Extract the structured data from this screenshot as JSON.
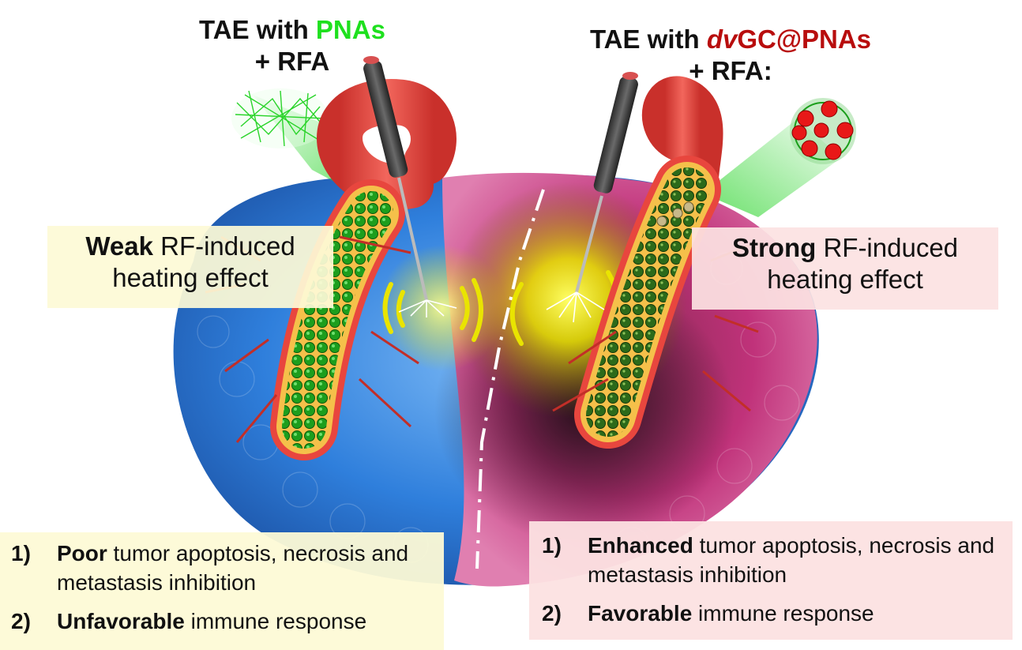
{
  "left": {
    "title_prefix": "TAE with ",
    "title_accent": "PNAs",
    "title_suffix": "+ RFA",
    "effect_bold": "Weak",
    "effect_rest": " RF-induced",
    "effect_line2": "heating effect",
    "outcomes": [
      {
        "num": "1)",
        "bold": "Poor",
        "rest": " tumor apoptosis, necrosis and metastasis inhibition"
      },
      {
        "num": "2)",
        "bold": "Unfavorable",
        "rest": " immune response"
      }
    ]
  },
  "right": {
    "title_prefix": "TAE with ",
    "title_accent_italic": "dv",
    "title_accent": "GC@PNAs",
    "title_suffix": "+ RFA:",
    "effect_bold": "Strong",
    "effect_rest": " RF-induced",
    "effect_line2": "heating effect",
    "outcomes": [
      {
        "num": "1)",
        "bold": "Enhanced",
        "rest": " tumor apoptosis, necrosis and metastasis inhibition"
      },
      {
        "num": "2)",
        "bold": "Favorable",
        "rest": " immune response"
      }
    ]
  },
  "colors": {
    "pnas_green": "#1ee01e",
    "dvgc_red": "#b80d0d",
    "tumor_blue": "#2f7fdc",
    "tumor_magenta": "#c0327a",
    "heat_yellow": "#f4f000",
    "vessel_red": "#e8463e",
    "weak_box": "#fdfad6",
    "strong_box": "#fce2e2"
  },
  "icons": [
    "tumor-illustration",
    "blood-vessel",
    "rfa-electrode",
    "pna-network-icon",
    "dvgc-nanoparticle-icon",
    "heat-glow"
  ]
}
